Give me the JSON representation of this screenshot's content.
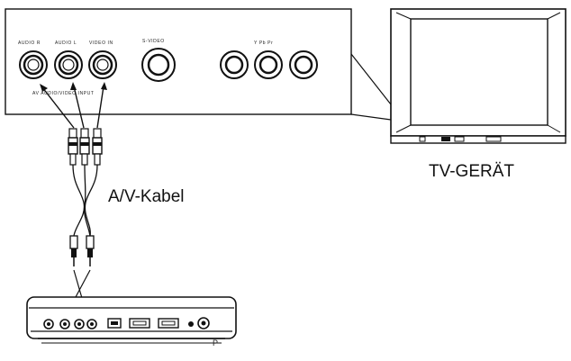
{
  "panel": {
    "audio_r": "AUDIO R",
    "audio_l": "AUDIO L",
    "video_in": "VIDEO IN",
    "s_video": "S-VIDEO",
    "y_pb_pr": "Y Pb Pr",
    "av_input": "AV AUDIO/VIDEO INPUT"
  },
  "labels": {
    "tv": "TV-GERÄT",
    "cable": "A/V-Kabel"
  },
  "player": {
    "side_mark": "P"
  }
}
